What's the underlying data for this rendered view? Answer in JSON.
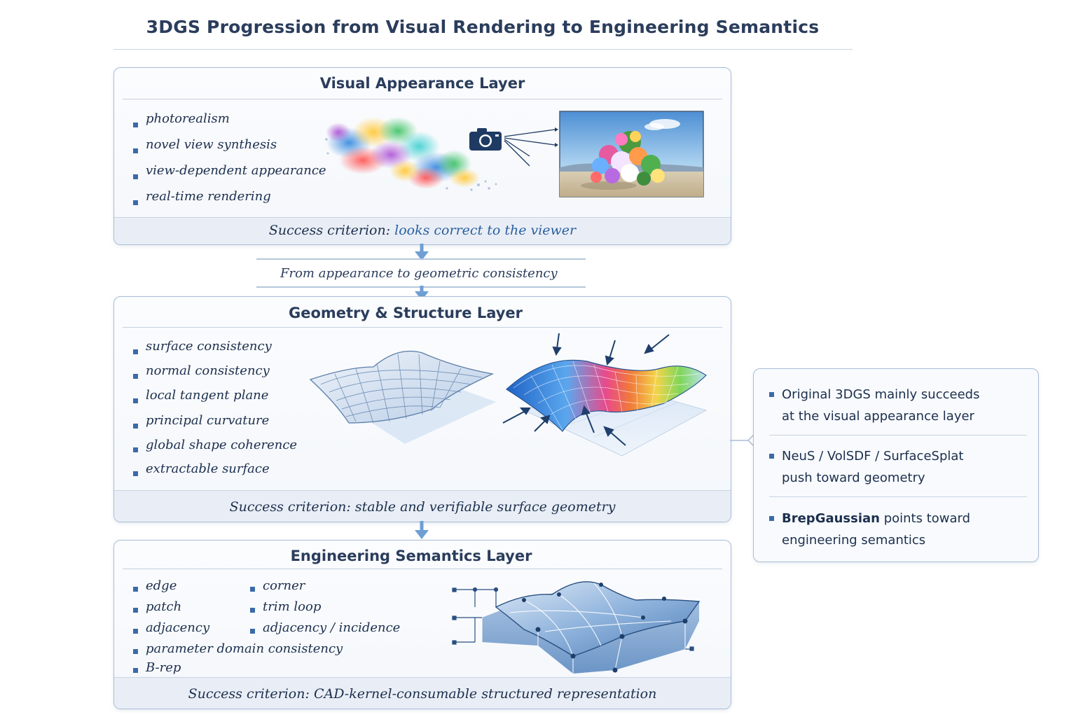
{
  "title": "3DGS Progression from Visual Rendering to Engineering Semantics",
  "layers": {
    "visual": {
      "title": "Visual Appearance Layer",
      "bullets": [
        "photorealism",
        "novel view synthesis",
        "view-dependent appearance",
        "real-time rendering"
      ],
      "success_label": "Success criterion:",
      "success_text": "looks correct to the viewer",
      "icons": [
        "gaussian-splat-cloud",
        "camera-icon",
        "rendered-photo"
      ]
    },
    "geometry": {
      "title": "Geometry & Structure Layer",
      "bullets": [
        "surface consistency",
        "normal consistency",
        "local tangent plane",
        "principal curvature",
        "global shape coherence",
        "extractable surface"
      ],
      "success_label": "Success criterion:",
      "success_text": "stable and verifiable surface geometry",
      "icons": [
        "wireframe-surface",
        "curvature-colored-surface"
      ]
    },
    "engineering": {
      "title": "Engineering Semantics Layer",
      "bullets_left": [
        "edge",
        "patch",
        "adjacency",
        "parameter domain consistency",
        "B-rep"
      ],
      "bullets_right": [
        "corner",
        "trim loop",
        "adjacency / incidence"
      ],
      "success_label": "Success criterion:",
      "success_text": "CAD-kernel-consumable structured representation",
      "icons": [
        "brep-model"
      ]
    }
  },
  "transition": "From appearance to geometric consistency",
  "side_notes": [
    {
      "bold": "",
      "line1": "Original 3DGS mainly succeeds",
      "line2": "at the visual appearance layer"
    },
    {
      "bold": "",
      "line1": "NeuS / VolSDF / SurfaceSplat",
      "line2": "push toward geometry"
    },
    {
      "bold": "BrepGaussian",
      "line1": " points toward",
      "line2": "engineering semantics"
    }
  ],
  "colors": {
    "accent": "#3a6aa8",
    "arrow": "#6f9fd3",
    "text": "#1c2f4d",
    "border": "#a9bdd6"
  }
}
